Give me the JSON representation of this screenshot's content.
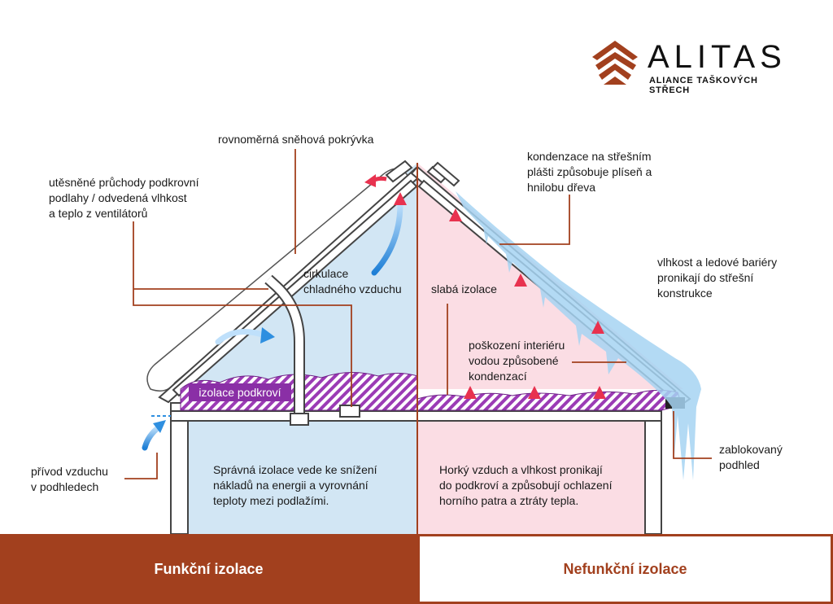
{
  "brand": {
    "name": "ALITAS",
    "subtitle": "ALIANCE TAŠKOVÝCH STŘECH",
    "logo_icon": "roof-stripes-logo",
    "accent_color": "#a2401e"
  },
  "labels": {
    "snow_cover": "rovnoměrná sněhová pokrývka",
    "sealed_passages": "utěsněné průchody podkrovní\npodlahy / odvedená vlhkost\na teplo z ventilátorů",
    "cold_air": "cirkulace\nchladného vzduchu",
    "attic_insulation": "izolace podkroví",
    "air_intake": "přívod vzduchu\nv podhledech",
    "good_text": "Správná izolace vede ke snížení\nnákladů na energii a vyrovnání\nteploty mezi podlažími.",
    "condensation": "kondenzace na střešním\nplášti způsobuje plíseň a\nhnilobu dřeva",
    "weak_insulation": "slabá izolace",
    "moisture_ice": "vlhkost a ledové bariéry\npronikají do střešní\nkonstrukce",
    "interior_damage": "poškození interiéru\nvodou způsobené\nkondenzací",
    "blocked_soffit": "zablokovaný\npodhled",
    "bad_text": "Horký vzduch a vlhkost pronikají\ndo podkroví a způsobují ochlazení\nhorního patra a ztráty tepla."
  },
  "footer": {
    "left": "Funkční izolace",
    "right": "Nefunkční izolace"
  },
  "colors": {
    "cold_side": "#d2e6f4",
    "warm_side": "#fbdde4",
    "insulation": "#9b3bb5",
    "hot_arrow": "#e8324f",
    "cold_arrow": "#2e8fe0",
    "leader_line": "#a2401e"
  }
}
